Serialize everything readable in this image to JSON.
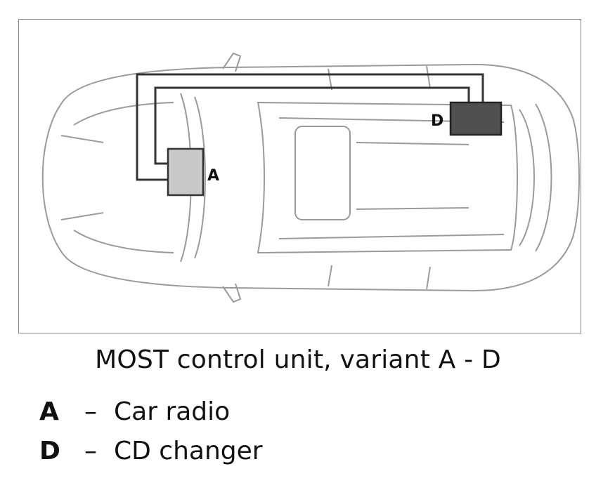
{
  "diagram": {
    "callouts": {
      "a": "A",
      "d": "D"
    },
    "colors": {
      "car_outline": "#9a9a9a",
      "cable": "#333333",
      "car_radio_box": "#c8c8c8",
      "cd_changer_box": "#505050"
    }
  },
  "caption": "MOST control unit, variant A - D",
  "legend": [
    {
      "key": "A",
      "separator": "–",
      "text": "Car radio"
    },
    {
      "key": "D",
      "separator": "–",
      "text": "CD changer"
    }
  ]
}
